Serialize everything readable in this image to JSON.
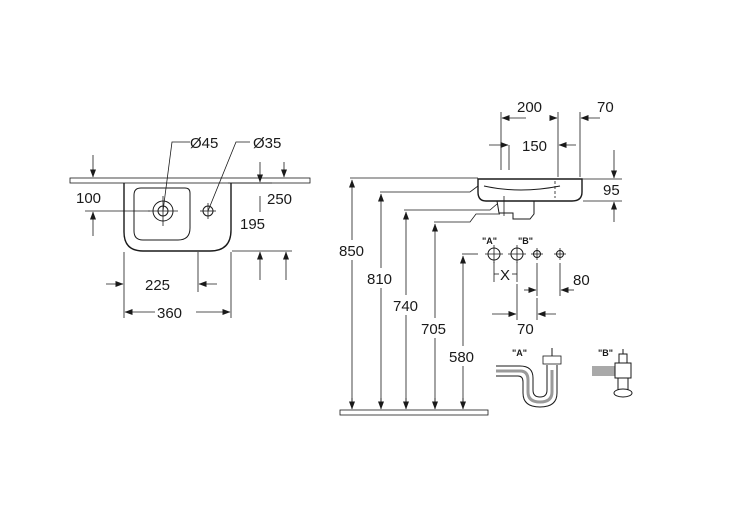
{
  "plan_view": {
    "dims": {
      "dia_45": "Ø45",
      "dia_35": "Ø35",
      "d100": "100",
      "d250": "250",
      "d195": "195",
      "d225": "225",
      "d360": "360"
    }
  },
  "elevation_view": {
    "dims": {
      "d200": "200",
      "d70_top": "70",
      "d150": "150",
      "d95": "95",
      "d850": "850",
      "d810": "810",
      "d740": "740",
      "d705": "705",
      "d580": "580",
      "d80": "80",
      "d70_bottom": "70"
    },
    "labels": {
      "hole_a": "\"A\"",
      "hole_b": "\"B\"",
      "cross": "X",
      "trap_a": "\"A\"",
      "trap_b": "\"B\""
    }
  }
}
